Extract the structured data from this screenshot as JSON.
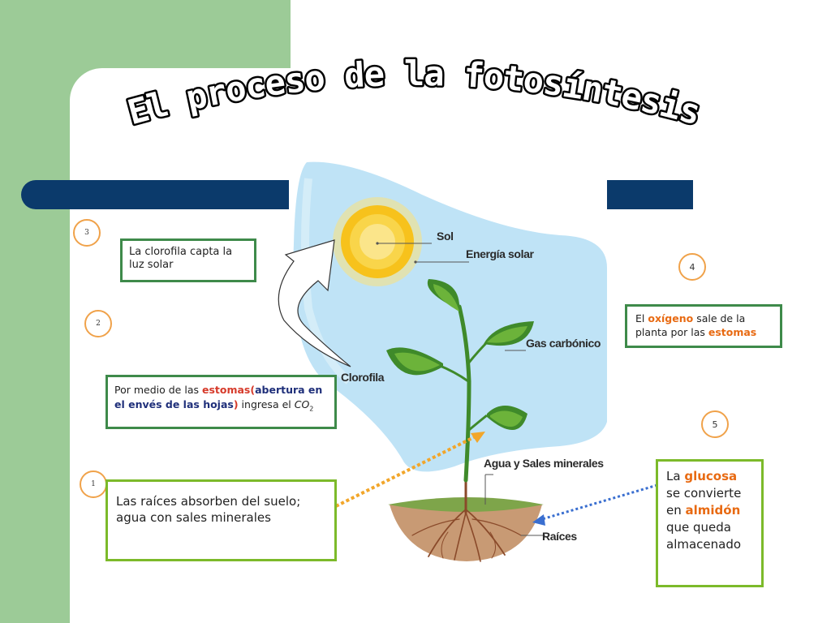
{
  "title": "El proceso de la fotosíntesis",
  "colors": {
    "green_band": "#9ccb97",
    "navy_bar": "#0b3a6b",
    "box_border": "#3e8a4a",
    "box_border_lime": "#7cba2a",
    "number_circle": "#f0a24a",
    "sky": "#bfe3f6",
    "sun": "#f7c21c",
    "arrow_orange": "#f2a62a",
    "arrow_blue": "#3a6fd0"
  },
  "diagram": {
    "labels": {
      "sun": "Sol",
      "solar_energy": "Energía solar",
      "co2": "Gas carbónico",
      "chlorophyll": "Clorofila",
      "water_minerals": "Agua y Sales minerales",
      "roots": "Raíces"
    }
  },
  "steps": {
    "n3": "3",
    "n2": "2",
    "n1": "1",
    "n4": "4",
    "n5": "5"
  },
  "boxes": {
    "chlorophyll": {
      "text": "La clorofila capta la luz solar"
    },
    "stomata": {
      "t1": "Por medio de las ",
      "t2": "estomas(",
      "t3": "abertura en el envés de las hojas",
      "t4": ")",
      "t5": " ingresa el ",
      "t6": "CO",
      "t7": "2"
    },
    "roots": {
      "text": "Las raíces absorben del suelo; agua con sales minerales"
    },
    "oxygen": {
      "t1": "El ",
      "t2": "oxígeno",
      "t3": " sale de la planta por las ",
      "t4": "estomas"
    },
    "glucose": {
      "t1": "La ",
      "t2": "glucosa",
      "t3": " se convierte en ",
      "t4": "almidón",
      "t5": " que queda almacenado"
    }
  }
}
